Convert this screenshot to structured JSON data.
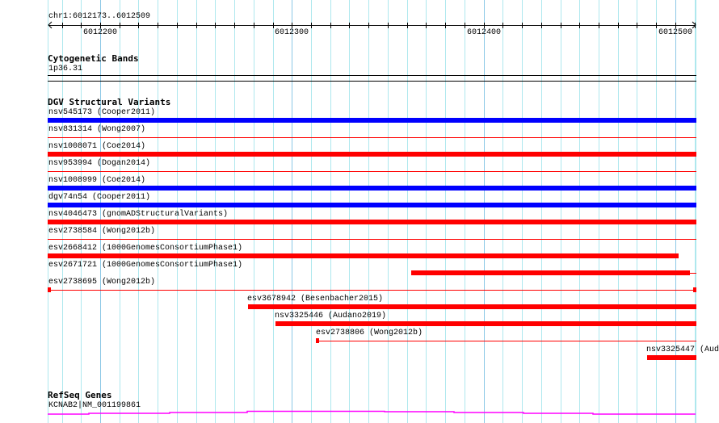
{
  "ruler": {
    "location": "chr1:6012173..6012509",
    "start": 6012173,
    "end": 6012509,
    "tick_labels": [
      "6012200",
      "6012300",
      "6012400",
      "6012500"
    ]
  },
  "cytobands": {
    "title": "Cytogenetic Bands",
    "band": "1p36.31"
  },
  "dgv": {
    "title": "DGV Structural Variants",
    "features": [
      {
        "label": "nsv545173 (Cooper2011)",
        "color": "#0000ff"
      },
      {
        "label": "nsv831314 (Wong2007)",
        "color": "#ff0000"
      },
      {
        "label": "nsv1008071 (Coe2014)",
        "color": "#ff0000"
      },
      {
        "label": "nsv953994 (Dogan2014)",
        "color": "#ff0000"
      },
      {
        "label": "nsv1008999 (Coe2014)",
        "color": "#0000ff"
      },
      {
        "label": "dgv74n54 (Cooper2011)",
        "color": "#0000ff"
      },
      {
        "label": "nsv4046473 (gnomADStructuralVariants)",
        "color": "#ff0000"
      },
      {
        "label": "esv2738584 (Wong2012b)",
        "color": "#ff0000"
      },
      {
        "label": "esv2668412 (1000GenomesConsortiumPhase1)",
        "color": "#ff0000"
      },
      {
        "label": "esv2671721 (1000GenomesConsortiumPhase1)",
        "color": "#ff0000"
      },
      {
        "label": "esv2738695 (Wong2012b)",
        "color": "#ff0000"
      },
      {
        "label": "esv3678942 (Besenbacher2015)",
        "color": "#ff0000"
      },
      {
        "label": "nsv3325446 (Audano2019)",
        "color": "#ff0000"
      },
      {
        "label": "esv2738806 (Wong2012b)",
        "color": "#ff0000"
      },
      {
        "label": "nsv3325447 (Aud",
        "color": "#ff0000"
      }
    ]
  },
  "refseq": {
    "title": "RefSeq Genes",
    "gene": "KCNAB2|NM_001199861",
    "color": "#ff00ff"
  }
}
